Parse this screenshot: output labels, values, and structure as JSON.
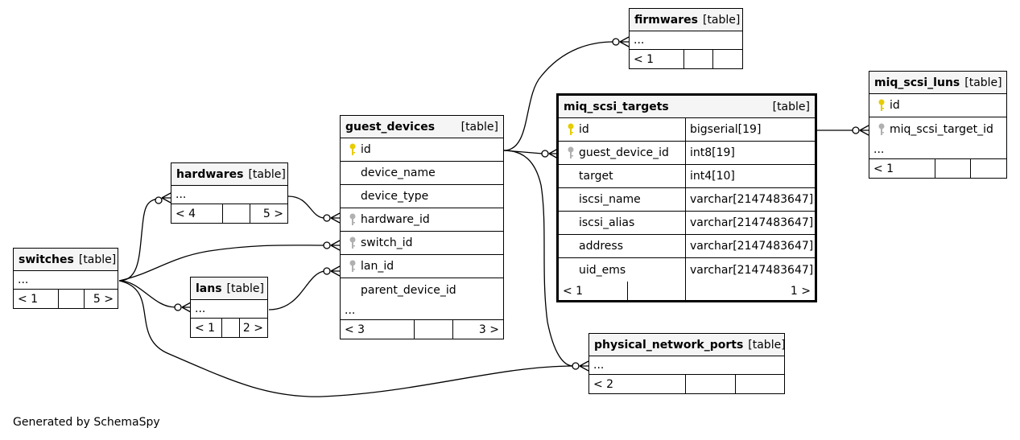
{
  "diagram": {
    "footer": "Generated by SchemaSpy",
    "table_tag": "[table]",
    "tables": {
      "firmwares": {
        "name": "firmwares",
        "rows": [
          "..."
        ],
        "stats": [
          "< 1",
          "",
          ""
        ]
      },
      "miq_scsi_targets": {
        "name": "miq_scsi_targets",
        "columns": [
          {
            "name": "id",
            "type": "bigserial[19]",
            "key": "primary"
          },
          {
            "name": "guest_device_id",
            "type": "int8[19]",
            "key": "foreign"
          },
          {
            "name": "target",
            "type": "int4[10]",
            "key": ""
          },
          {
            "name": "iscsi_name",
            "type": "varchar[2147483647]",
            "key": ""
          },
          {
            "name": "iscsi_alias",
            "type": "varchar[2147483647]",
            "key": ""
          },
          {
            "name": "address",
            "type": "varchar[2147483647]",
            "key": ""
          },
          {
            "name": "uid_ems",
            "type": "varchar[2147483647]",
            "key": ""
          }
        ],
        "stats": [
          "< 1",
          "",
          "1 >"
        ]
      },
      "miq_scsi_luns": {
        "name": "miq_scsi_luns",
        "columns": [
          {
            "name": "id",
            "key": "primary"
          },
          {
            "name": "miq_scsi_target_id",
            "key": "foreign"
          }
        ],
        "more": "...",
        "stats": [
          "< 1",
          "",
          ""
        ]
      },
      "guest_devices": {
        "name": "guest_devices",
        "columns": [
          {
            "name": "id",
            "key": "primary"
          },
          {
            "name": "device_name",
            "key": ""
          },
          {
            "name": "device_type",
            "key": ""
          },
          {
            "name": "hardware_id",
            "key": "foreign"
          },
          {
            "name": "switch_id",
            "key": "foreign"
          },
          {
            "name": "lan_id",
            "key": "foreign"
          },
          {
            "name": "parent_device_id",
            "key": ""
          }
        ],
        "more": "...",
        "stats": [
          "< 3",
          "",
          "3 >"
        ]
      },
      "hardwares": {
        "name": "hardwares",
        "rows": [
          "..."
        ],
        "stats": [
          "< 4",
          "",
          "5 >"
        ]
      },
      "switches": {
        "name": "switches",
        "rows": [
          "..."
        ],
        "stats": [
          "< 1",
          "",
          "5 >"
        ]
      },
      "lans": {
        "name": "lans",
        "rows": [
          "..."
        ],
        "stats": [
          "< 1",
          "",
          "2 >"
        ]
      },
      "physical_network_ports": {
        "name": "physical_network_ports",
        "rows": [
          "..."
        ],
        "stats": [
          "< 2",
          "",
          ""
        ]
      }
    }
  }
}
